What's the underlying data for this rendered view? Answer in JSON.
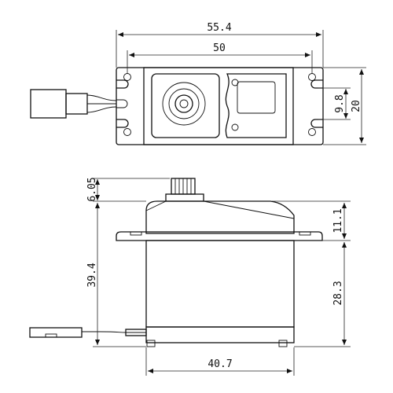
{
  "drawing": {
    "top_view": {
      "overall_width": "55.4",
      "hole_spacing": "50",
      "body_depth": "20",
      "slot_spacing": "9.8"
    },
    "side_view": {
      "spline_height": "6.05",
      "body_height": "39.4",
      "flange_to_top": "11.1",
      "flange_to_bottom": "28.3",
      "body_width": "40.7"
    }
  }
}
